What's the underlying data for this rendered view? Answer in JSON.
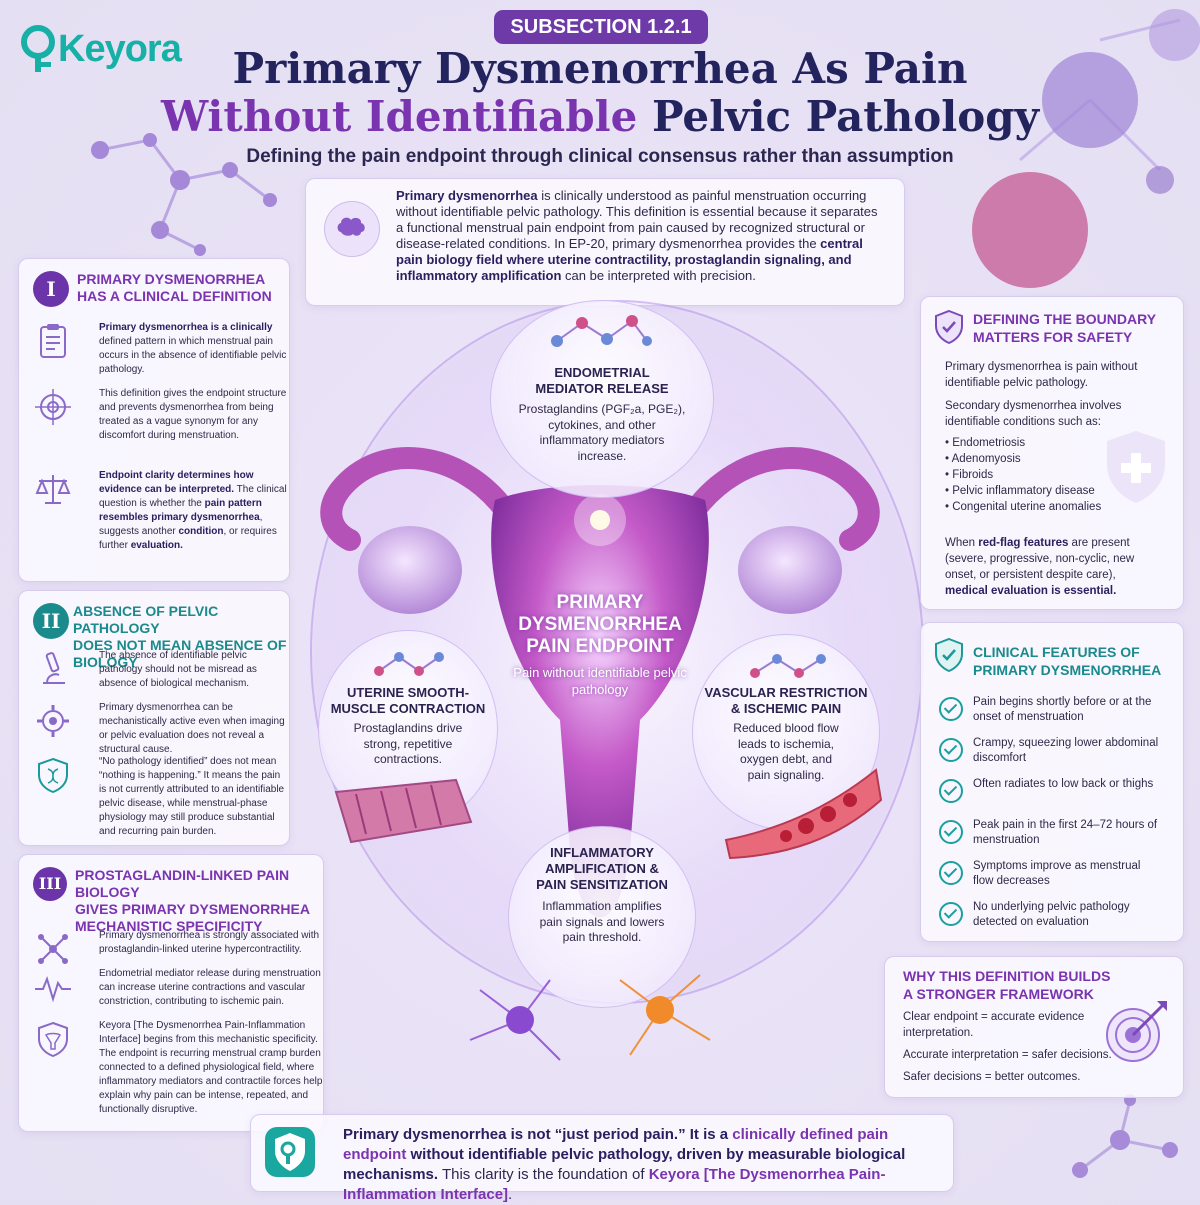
{
  "brand": {
    "logo_text": "Keyora",
    "accent": "#17b0a6",
    "purple": "#7b34b0",
    "navy": "#23235e"
  },
  "header": {
    "badge": "SUBSECTION 1.2.1",
    "title_line1": "Primary Dysmenorrhea As Pain",
    "title_line2_highlight": "Without Identifiable",
    "title_line2_rest": " Pelvic Pathology",
    "subtitle": "Defining the pain endpoint through clinical consensus rather than assumption"
  },
  "intro": {
    "t1": "Primary dysmenorrhea",
    "t2": " is clinically understood as painful menstruation occurring without identifiable pelvic pathology. This definition is essential because it separates a functional menstrual pain endpoint from pain caused by recognized structural or disease-related conditions. In EP-20, primary dysmenorrhea provides the ",
    "t3": "central pain biology field where uterine contractility, prostaglandin signaling, and inflammatory amplification",
    "t4": " can be interpreted with precision."
  },
  "section1": {
    "num": "I",
    "heading_l1": "PRIMARY DYSMENORRHEA",
    "heading_l2": "HAS A CLINICAL DEFINITION",
    "items": [
      {
        "b": "Primary dysmenorrhea is a clinically",
        "t": "defined pattern in which menstrual pain occurs in the absence of identifiable pelvic pathology."
      },
      {
        "b": "",
        "t": "This definition gives the endpoint structure and prevents dysmenorrhea from being treated as a vague synonym for any discomfort during menstruation."
      },
      {
        "b": "Endpoint clarity determines how evidence can be interpreted.",
        "t": "The clinical question is whether the",
        "b2": "pain pattern resembles primary dysmenorrhea",
        "t2": ", suggests another",
        "b3": "condition",
        "t3": ", or requires further",
        "b4": "evaluation."
      }
    ]
  },
  "section2": {
    "num": "II",
    "heading_l1": "ABSENCE OF PELVIC PATHOLOGY",
    "heading_l2": "DOES NOT MEAN ABSENCE OF BIOLOGY",
    "items": [
      "The absence of identifiable pelvic pathology should not be misread as absence of biological mechanism.",
      "Primary dysmenorrhea can be mechanistically active even when imaging or pelvic evaluation does not reveal a structural cause.",
      "“No pathology identified” does not mean “nothing is happening.” It means the pain is not currently attributed to an identifiable pelvic disease, while menstrual-phase physiology may still produce substantial and recurring pain burden."
    ]
  },
  "section3": {
    "num": "III",
    "heading_l1": "PROSTAGLANDIN-LINKED PAIN BIOLOGY",
    "heading_l2": "GIVES PRIMARY DYSMENORRHEA",
    "heading_l3": "MECHANISTIC SPECIFICITY",
    "items": [
      "Primary dysmenorrhea is strongly associated with prostaglandin-linked uterine hypercontractility.",
      "Endometrial mediator release during menstruation can increase uterine contractions and vascular constriction, contributing to ischemic pain.",
      "Keyora [The Dysmenorrhea Pain-Inflammation Interface] begins from this mechanistic specificity. The endpoint is recurring menstrual cramp burden connected to a defined physiological field, where inflammatory mediators and contractile forces help explain why pain can be intense, repeated, and functionally disruptive."
    ]
  },
  "center": {
    "heading_l1": "PRIMARY",
    "heading_l2": "DYSMENORRHEA",
    "heading_l3": "PAIN ENDPOINT",
    "text": "Pain without identifiable pelvic pathology",
    "top": {
      "h1": "ENDOMETRIAL",
      "h2": "MEDIATOR RELEASE",
      "t1": "Prostaglandins (PGF₂a, PGE₂),",
      "t2": "cytokines, and other",
      "t3": "inflammatory mediators",
      "t4": "increase."
    },
    "left": {
      "h1": "UTERINE SMOOTH-",
      "h2": "MUSCLE CONTRACTION",
      "t1": "Prostaglandins drive",
      "t2": "strong, repetitive",
      "t3": "contractions."
    },
    "right": {
      "h1": "VASCULAR RESTRICTION",
      "h2": "& ISCHEMIC PAIN",
      "t1": "Reduced blood flow",
      "t2": "leads to ischemia,",
      "t3": "oxygen debt, and",
      "t4": "pain signaling."
    },
    "bottom": {
      "h1": "INFLAMMATORY",
      "h2": "AMPLIFICATION &",
      "h3": "PAIN SENSITIZATION",
      "t1": "Inflammation amplifies",
      "t2": "pain signals and lowers",
      "t3": "pain threshold."
    }
  },
  "boundary": {
    "heading_l1": "DEFINING THE BOUNDARY",
    "heading_l2": "MATTERS FOR SAFETY",
    "p1": "Primary dysmenorrhea is pain without identifiable pelvic pathology.",
    "p2": "Secondary dysmenorrhea involves identifiable conditions such as:",
    "list": [
      "Endometriosis",
      "Adenomyosis",
      "Fibroids",
      "Pelvic inflammatory disease",
      "Congenital uterine anomalies"
    ],
    "p3a": "When ",
    "p3b": "red-flag features",
    "p3c": " are present (severe, progressive, non-cyclic, new onset, or persistent despite care), ",
    "p3d": "medical evaluation is essential."
  },
  "features": {
    "heading_l1": "CLINICAL FEATURES OF",
    "heading_l2": "PRIMARY DYSMENORRHEA",
    "items": [
      "Pain begins shortly before or at the onset of menstruation",
      "Crampy, squeezing lower abdominal discomfort",
      "Often radiates to low back or thighs",
      "Peak pain in the first 24–72 hours of menstruation",
      "Symptoms improve as menstrual flow decreases",
      "No underlying pelvic pathology detected on evaluation"
    ]
  },
  "framework": {
    "heading_l1": "WHY THIS DEFINITION BUILDS",
    "heading_l2": "A STRONGER FRAMEWORK",
    "lines": [
      "Clear endpoint = accurate evidence interpretation.",
      "Accurate interpretation = safer decisions.",
      "Safer decisions = better outcomes."
    ]
  },
  "footer": {
    "a": "Primary dysmenorrhea is not “just period pain.” It is a ",
    "b": "clinically defined pain endpoint",
    "c": " without identifiable pelvic pathology, driven by measurable biological mechanisms.",
    "d": " This clarity is the foundation of ",
    "e": "Keyora [The Dysmenorrhea Pain-Inflammation Interface]",
    "f": "."
  }
}
